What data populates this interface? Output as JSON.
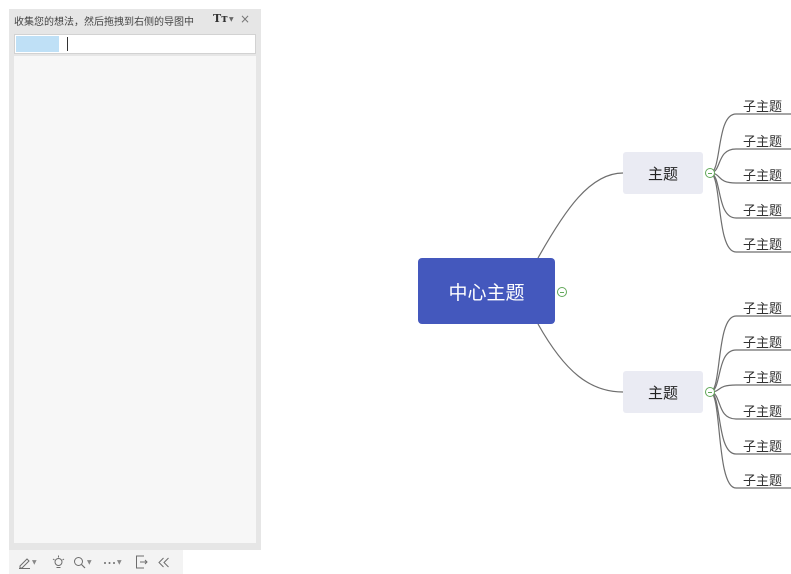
{
  "panel": {
    "title": "收集您的想法，然后拖拽到右侧的导图中",
    "font_button": "Tт",
    "close_label": "×",
    "input_value": ""
  },
  "toolbar": {
    "items": [
      {
        "name": "pen-icon",
        "has_dropdown": true
      },
      {
        "name": "lightbulb-icon",
        "has_dropdown": false
      },
      {
        "name": "search-icon",
        "has_dropdown": true
      },
      {
        "name": "more-icon",
        "has_dropdown": true
      },
      {
        "name": "export-icon",
        "has_dropdown": false
      },
      {
        "name": "collapse-panel-icon",
        "has_dropdown": false
      }
    ]
  },
  "mindmap": {
    "central_topic": "中心主题",
    "colors": {
      "central_fill": "#4458bd",
      "topic_fill": "#eaebf3",
      "line": "#6e6e6e",
      "collapse_toggle": "#62a85a"
    },
    "topics": [
      {
        "label": "主题",
        "subtopics": [
          "子主题",
          "子主题",
          "子主题",
          "子主题",
          "子主题"
        ]
      },
      {
        "label": "主题",
        "subtopics": [
          "子主题",
          "子主题",
          "子主题",
          "子主题",
          "子主题",
          "子主题"
        ]
      }
    ]
  }
}
